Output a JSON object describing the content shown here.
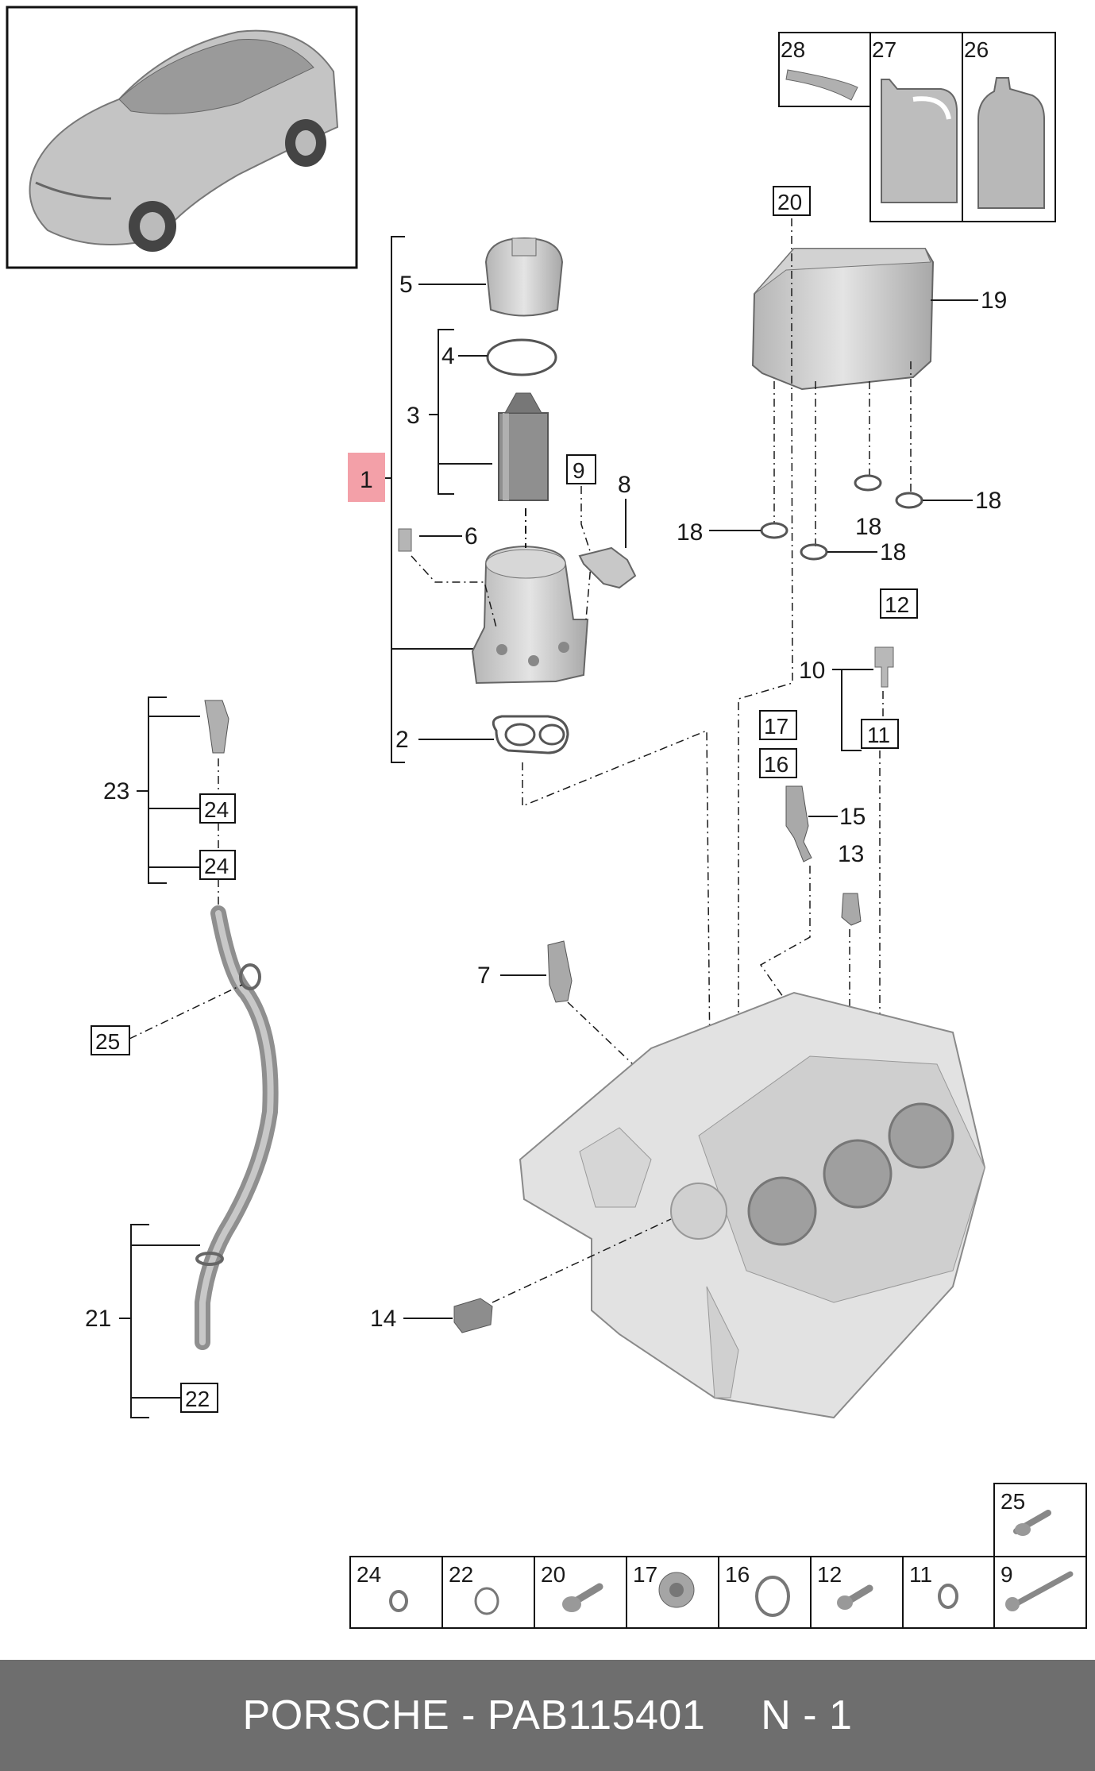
{
  "callouts": {
    "c1": "1",
    "c2": "2",
    "c3": "3",
    "c4": "4",
    "c5": "5",
    "c6": "6",
    "c7": "7",
    "c8": "8",
    "c9": "9",
    "c10": "10",
    "c11": "11",
    "c12": "12",
    "c13": "13",
    "c14": "14",
    "c15": "15",
    "c16": "16",
    "c17": "17",
    "c18a": "18",
    "c18b": "18",
    "c18c": "18",
    "c18d": "18",
    "c19": "19",
    "c20": "20",
    "c21": "21",
    "c22": "22",
    "c23": "23",
    "c24a": "24",
    "c24b": "24",
    "c25": "25",
    "c26": "26",
    "c27": "27",
    "c28": "28"
  },
  "legend": {
    "c24": "24",
    "c22": "22",
    "c20": "20",
    "c17": "17",
    "c16": "16",
    "c12": "12",
    "c11": "11",
    "c9": "9",
    "c25": "25"
  },
  "colors": {
    "highlight": "#f3a0a8",
    "footer_bg": "#6e6e6e",
    "part_gray": "#c9c9c9",
    "line": "#1a1a1a"
  },
  "footer": {
    "code": "PORSCHE - PAB115401",
    "page": "N - 1"
  }
}
